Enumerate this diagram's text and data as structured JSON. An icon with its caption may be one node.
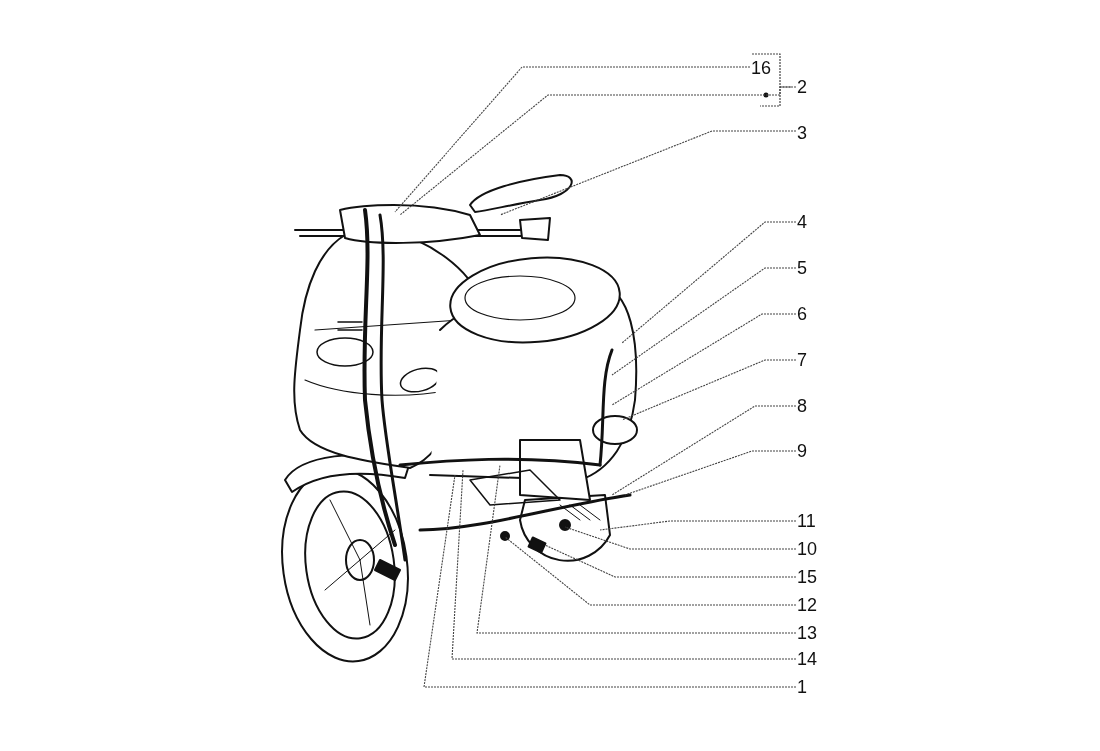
{
  "diagram": {
    "nodes": [
      {
        "text": [
          "16"
        ]
      },
      {
        "text": [
          "2"
        ]
      },
      {
        "text": [
          "3"
        ]
      },
      {
        "text": [
          "4"
        ]
      },
      {
        "text": [
          "5"
        ]
      },
      {
        "text": [
          "6"
        ]
      },
      {
        "text": [
          "7"
        ]
      },
      {
        "text": [
          "8"
        ]
      },
      {
        "text": [
          "9"
        ]
      },
      {
        "text": [
          "11"
        ]
      },
      {
        "text": [
          "10"
        ]
      },
      {
        "text": [
          "15"
        ]
      },
      {
        "text": [
          "12"
        ]
      },
      {
        "text": [
          "13"
        ]
      },
      {
        "text": [
          "14"
        ]
      },
      {
        "text": [
          "1"
        ]
      }
    ],
    "edges": [
      {
        "from": 0,
        "to": null,
        "arrow": "none"
      },
      {
        "from": 1,
        "to": null,
        "arrow": "none"
      },
      {
        "from": 2,
        "to": null,
        "arrow": "none"
      },
      {
        "from": 3,
        "to": null,
        "arrow": "none"
      },
      {
        "from": 4,
        "to": null,
        "arrow": "none"
      },
      {
        "from": 5,
        "to": null,
        "arrow": "none"
      },
      {
        "from": 6,
        "to": null,
        "arrow": "none"
      },
      {
        "from": 7,
        "to": null,
        "arrow": "none"
      },
      {
        "from": 8,
        "to": null,
        "arrow": "none"
      },
      {
        "from": 9,
        "to": null,
        "arrow": "none"
      },
      {
        "from": 10,
        "to": null,
        "arrow": "none"
      },
      {
        "from": 11,
        "to": null,
        "arrow": "none"
      },
      {
        "from": 12,
        "to": null,
        "arrow": "none"
      },
      {
        "from": 13,
        "to": null,
        "arrow": "none"
      },
      {
        "from": 14,
        "to": null,
        "arrow": "none"
      },
      {
        "from": 15,
        "to": null,
        "arrow": "none"
      }
    ]
  }
}
